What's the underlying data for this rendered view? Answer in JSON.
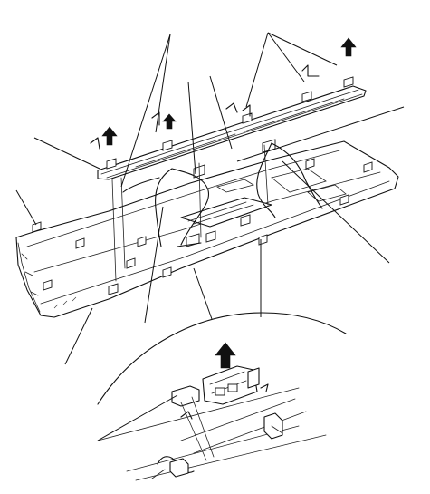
{
  "diagram": {
    "colors": {
      "ink": "#111111",
      "paper": "#ffffff"
    },
    "parts": [
      {
        "name": "upper-garnish-rail"
      },
      {
        "name": "main-trim-panel"
      },
      {
        "name": "panel-clip"
      },
      {
        "name": "wire-harness"
      },
      {
        "name": "detail-connector"
      }
    ],
    "icons": [
      "removal-direction-arrow",
      "twist-arrow",
      "leader-line"
    ]
  }
}
